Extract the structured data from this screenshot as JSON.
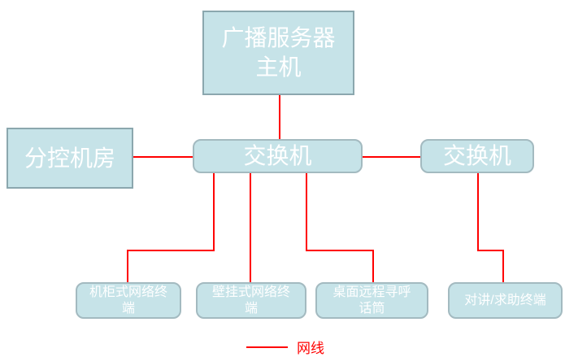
{
  "diagram": {
    "type": "network-topology",
    "nodes": {
      "broadcast_server": {
        "label": "广播服务器主机",
        "shape": "rectangle"
      },
      "control_room": {
        "label": "分控机房",
        "shape": "rectangle"
      },
      "switch_left": {
        "label": "交换机",
        "shape": "rounded"
      },
      "switch_right": {
        "label": "交换机",
        "shape": "rounded"
      },
      "cabinet_terminal": {
        "label": "机柜式网络终端",
        "shape": "rounded"
      },
      "wall_terminal": {
        "label": "壁挂式网络终端",
        "shape": "rounded"
      },
      "desk_paging_mic": {
        "label": "桌面远程寻呼话筒",
        "shape": "rounded"
      },
      "intercom_terminal": {
        "label": "对讲/求助终端",
        "shape": "rounded"
      }
    },
    "edges": [
      {
        "from": "broadcast_server",
        "to": "switch_left"
      },
      {
        "from": "control_room",
        "to": "switch_left"
      },
      {
        "from": "switch_left",
        "to": "switch_right"
      },
      {
        "from": "switch_left",
        "to": "cabinet_terminal"
      },
      {
        "from": "switch_left",
        "to": "wall_terminal"
      },
      {
        "from": "switch_left",
        "to": "desk_paging_mic"
      },
      {
        "from": "switch_right",
        "to": "intercom_terminal"
      }
    ],
    "legend": {
      "label": "网线"
    },
    "colors": {
      "node_fill": "#c6e3e8",
      "node_border_square": "#8ba7ae",
      "node_border_rounded": "#a3bac0",
      "node_text": "#ffffff",
      "cable_line": "#ff0000",
      "background": "#ffffff"
    }
  }
}
